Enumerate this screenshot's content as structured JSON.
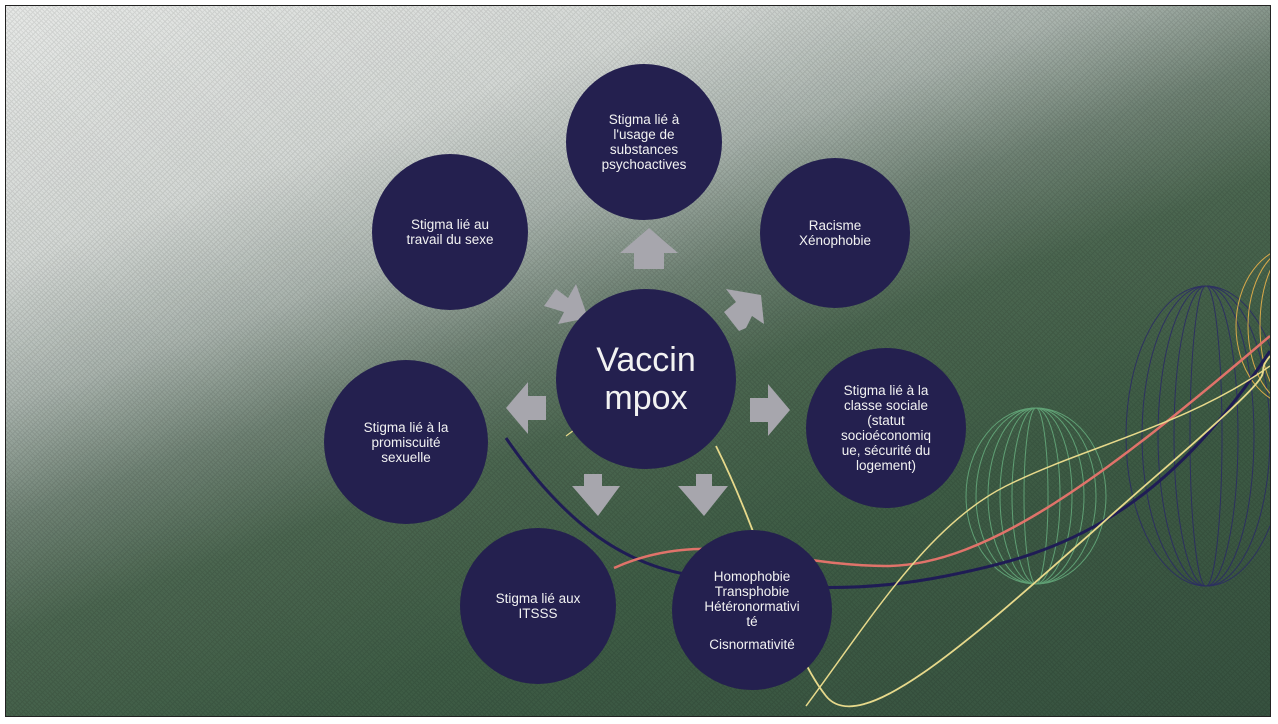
{
  "center": {
    "line1": "Vaccin",
    "line2": "mpox"
  },
  "nodes": {
    "substances": [
      "Stigma lié à",
      "l'usage de",
      "substances",
      "psychoactives"
    ],
    "racisme": [
      "Racisme",
      "Xénophobie"
    ],
    "classe": [
      "Stigma lié à la",
      "classe sociale",
      "(statut",
      "socioéconomiq",
      "ue, sécurité du",
      "logement)"
    ],
    "homophobie": [
      "Homophobie",
      "Transphobie",
      "Hétéronormativi",
      "té",
      "Cisnormativité"
    ],
    "itsss": [
      "Stigma lié aux",
      "ITSSS"
    ],
    "promiscuite": [
      "Stigma lié à la",
      "promiscuité",
      "sexuelle"
    ],
    "travail": [
      "Stigma lié au",
      "travail du sexe"
    ]
  },
  "colors": {
    "node_fill": "#24204f",
    "arrow_fill": "#a7a6ad",
    "text": "#f2f2f2"
  }
}
